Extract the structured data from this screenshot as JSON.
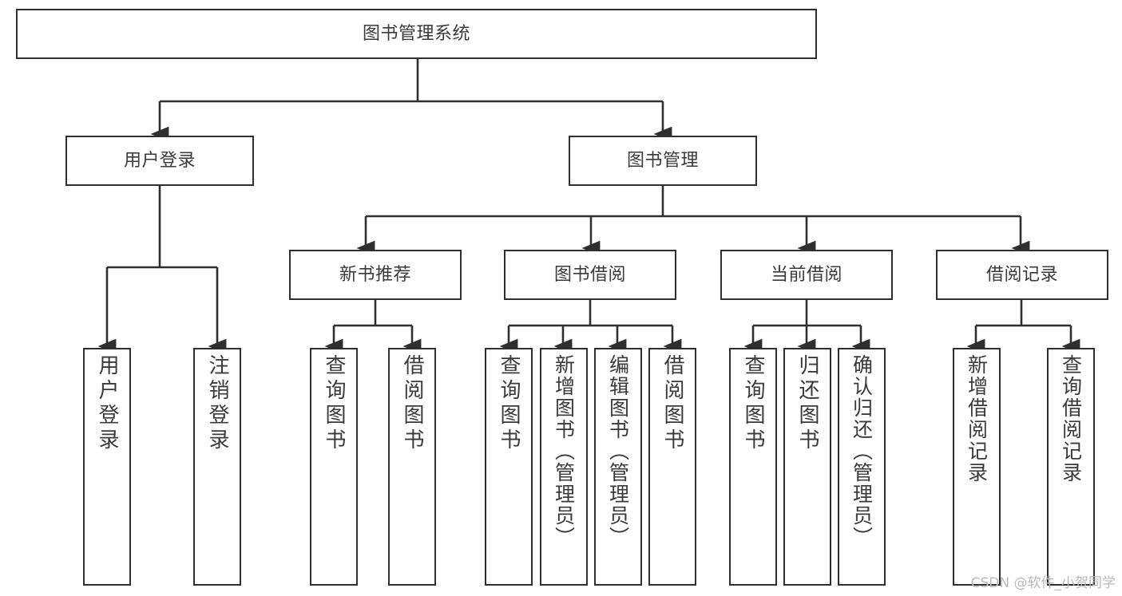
{
  "diagram": {
    "title_node": {
      "label": "图书管理系统"
    },
    "level1": [
      {
        "id": "user-login",
        "label": "用户登录"
      },
      {
        "id": "book-management",
        "label": "图书管理"
      }
    ],
    "level2": [
      {
        "id": "new-book-recommend",
        "label": "新书推荐"
      },
      {
        "id": "book-borrow",
        "label": "图书借阅"
      },
      {
        "id": "current-borrow",
        "label": "当前借阅"
      },
      {
        "id": "borrow-record",
        "label": "借阅记录"
      }
    ],
    "leaves": {
      "user_login": [
        {
          "id": "leaf-user-login",
          "label": "用户登录"
        },
        {
          "id": "leaf-logout-login",
          "label": "注销登录"
        }
      ],
      "new_book_recommend": [
        {
          "id": "leaf-query-book-1",
          "label": "查询图书"
        },
        {
          "id": "leaf-borrow-book-1",
          "label": "借阅图书"
        }
      ],
      "book_borrow": [
        {
          "id": "leaf-query-book-2",
          "label": "查询图书"
        },
        {
          "id": "leaf-add-book",
          "label": "新增图书（管理员）"
        },
        {
          "id": "leaf-edit-book",
          "label": "编辑图书（管理员）"
        },
        {
          "id": "leaf-borrow-book-2",
          "label": "借阅图书"
        }
      ],
      "current_borrow": [
        {
          "id": "leaf-query-book-3",
          "label": "查询图书"
        },
        {
          "id": "leaf-return-book",
          "label": "归还图书"
        },
        {
          "id": "leaf-confirm-return",
          "label": "确认归还（管理员）"
        }
      ],
      "borrow_record": [
        {
          "id": "leaf-add-borrow-record",
          "label": "新增借阅记录"
        },
        {
          "id": "leaf-query-borrow-record",
          "label": "查询借阅记录"
        }
      ]
    },
    "watermark": "CSDN @软件_小贺同学",
    "colors": {
      "stroke": "#2f2f2f",
      "text": "#3a3a3a",
      "background": "#ffffff",
      "watermark": "#b9b9b9"
    }
  }
}
